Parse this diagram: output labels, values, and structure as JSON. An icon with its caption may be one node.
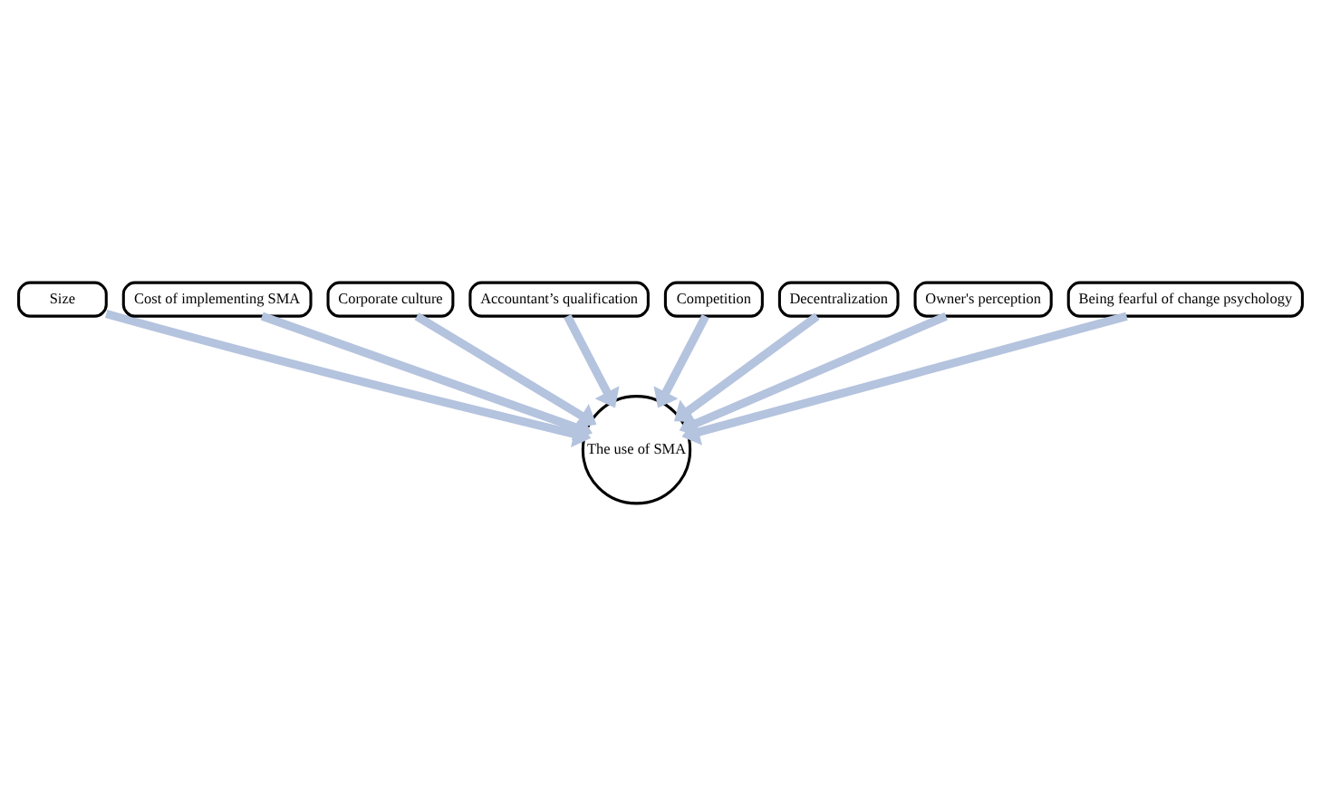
{
  "diagram": {
    "nodes": [
      {
        "text": [
          "Size"
        ]
      },
      {
        "text": [
          "Cost of implementing SMA"
        ]
      },
      {
        "text": [
          "Corporate culture"
        ]
      },
      {
        "text": [
          "Accountant’s qualification"
        ]
      },
      {
        "text": [
          "Competition"
        ]
      },
      {
        "text": [
          "Decentralization"
        ]
      },
      {
        "text": [
          "Owner's perception"
        ]
      },
      {
        "text": [
          "Being fearful of change psychology"
        ]
      },
      {
        "text": [
          "The use of SMA"
        ]
      }
    ],
    "edges": [
      {
        "from": 0,
        "to": 8,
        "arrow": "to"
      },
      {
        "from": 1,
        "to": 8,
        "arrow": "to"
      },
      {
        "from": 2,
        "to": 8,
        "arrow": "to"
      },
      {
        "from": 3,
        "to": 8,
        "arrow": "to"
      },
      {
        "from": 4,
        "to": 8,
        "arrow": "to"
      },
      {
        "from": 5,
        "to": 8,
        "arrow": "to"
      },
      {
        "from": 6,
        "to": 8,
        "arrow": "to"
      },
      {
        "from": 7,
        "to": 8,
        "arrow": "to"
      }
    ]
  }
}
